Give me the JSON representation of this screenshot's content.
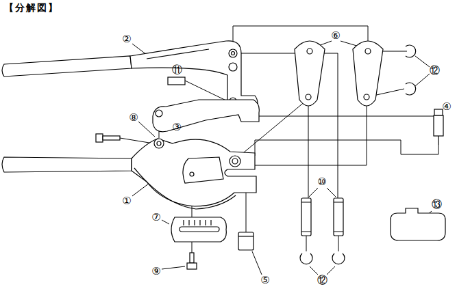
{
  "diagram": {
    "title": "【分解図】",
    "labels": [
      "②",
      "⑥",
      "⑪",
      "⑫",
      "⑧",
      "③",
      "④",
      "①",
      "⑩",
      "⑦",
      "⑬",
      "⑨",
      "⑤",
      "⑫"
    ]
  }
}
